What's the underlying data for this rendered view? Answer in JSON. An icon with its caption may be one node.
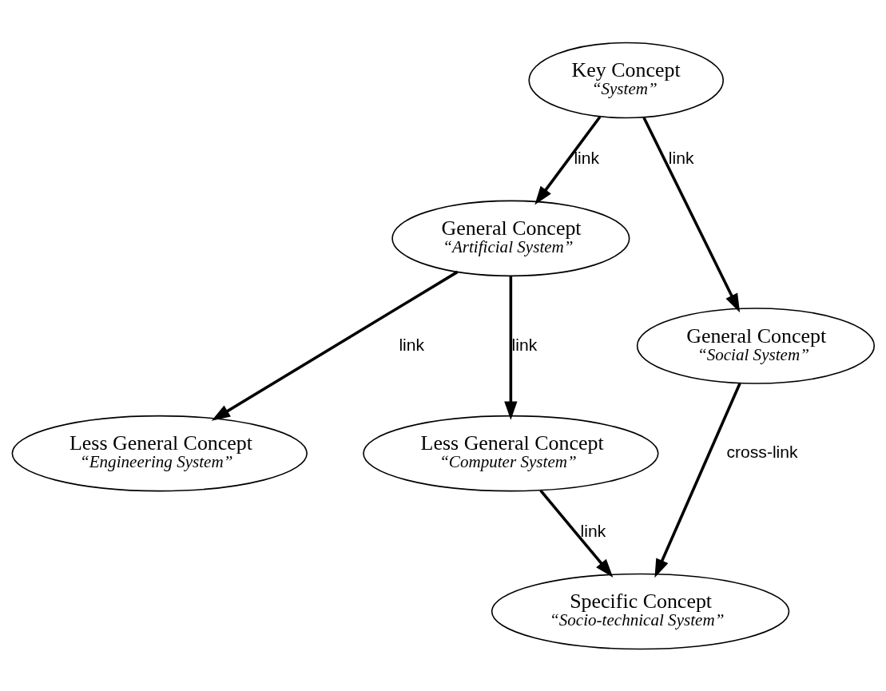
{
  "diagram": {
    "nodes": [
      {
        "text": [
          "Key Concept",
          "“System”"
        ]
      },
      {
        "text": [
          "General Concept",
          "“Artificial System”"
        ]
      },
      {
        "text": [
          "General Concept",
          "“Social System”"
        ]
      },
      {
        "text": [
          "Less General Concept",
          "“Engineering System”"
        ]
      },
      {
        "text": [
          "Less General Concept",
          "“Computer System”"
        ]
      },
      {
        "text": [
          "Specific Concept",
          "“Socio-technical System”"
        ]
      }
    ],
    "edges": [
      {
        "from": 0,
        "to": 1,
        "arrow": "to",
        "label": "link"
      },
      {
        "from": 0,
        "to": 2,
        "arrow": "to",
        "label": "link"
      },
      {
        "from": 1,
        "to": 3,
        "arrow": "to",
        "label": "link"
      },
      {
        "from": 1,
        "to": 4,
        "arrow": "to",
        "label": "link"
      },
      {
        "from": 4,
        "to": 5,
        "arrow": "to",
        "label": "link"
      },
      {
        "from": 2,
        "to": 5,
        "arrow": "to",
        "label": "cross-link"
      }
    ]
  }
}
